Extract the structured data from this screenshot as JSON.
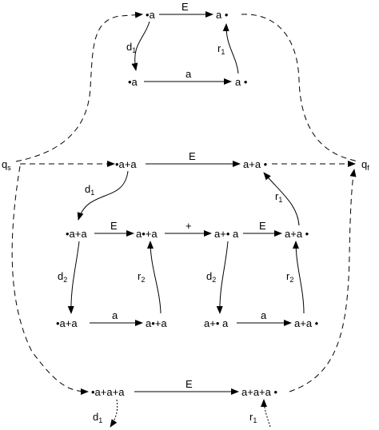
{
  "nodes": {
    "top_start": "•a",
    "top_end": "a •",
    "top_mid_start": "•a",
    "top_mid_end": "a •",
    "main_start": "•a+a",
    "main_end": "a+a •",
    "l2_n1": "•a+a",
    "l2_n2": "a•+a",
    "l2_n3": "a+• a",
    "l2_n4": "a+a •",
    "l3_n1": "•a+a",
    "l3_n2": "a•+a",
    "l3_n3": "a+• a",
    "l3_n4": "a+a •",
    "bottom_start": "•a+a+a",
    "bottom_end": "a+a+a •"
  },
  "edge_labels": {
    "top_E": "E",
    "top_a": "a",
    "main_E": "E",
    "l2_E1": "E",
    "l2_plus": "+",
    "l2_E2": "E",
    "l3_a1": "a",
    "l3_a2": "a",
    "bottom_E": "E",
    "d": "d",
    "r": "r",
    "q": "q"
  },
  "subscripts": {
    "one": "1",
    "two": "2",
    "start": "s",
    "final": "f"
  }
}
